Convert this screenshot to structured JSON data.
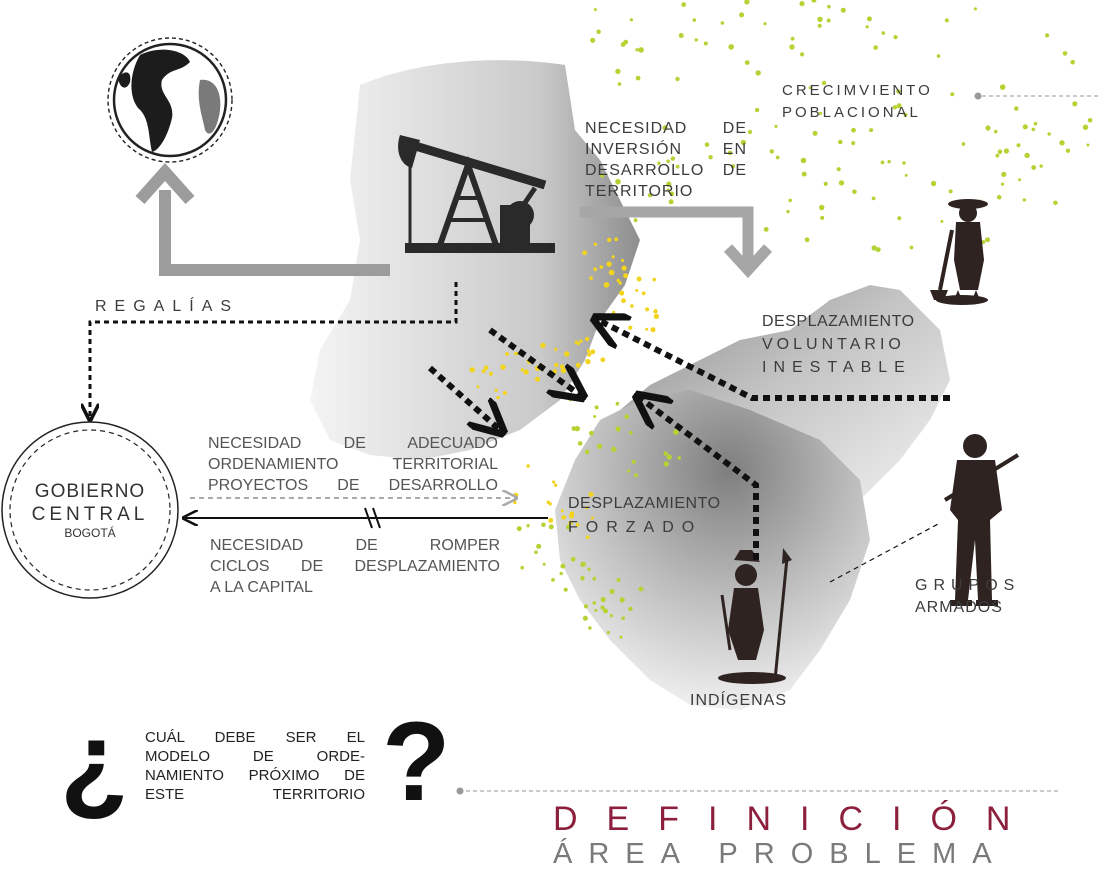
{
  "labels": {
    "crecimiento": [
      "CRECIMVIENTO",
      "POBLACIONAL"
    ],
    "necesidad_inversion": [
      "NECESIDAD DE",
      "INVERSIÓN EN",
      "DESARROLLO DE",
      "TERRITORIO"
    ],
    "regalias": "REGALÍAS",
    "desplazamiento_voluntario": [
      "DESPLAZAMIENTO",
      "VOLUNTARIO",
      "INESTABLE"
    ],
    "necesidad_adecuado": [
      "NECESIDAD DE ADECUADO",
      "ORDENAMIENTO TERRITORIAL",
      "PROYECTOS DE DESARROLLO"
    ],
    "desplazamiento_forzado": [
      "DESPLAZAMIENTO",
      "FORZADO"
    ],
    "gobierno": [
      "GOBIERNO",
      "CENTRAL",
      "BOGOTÁ"
    ],
    "necesidad_romper": [
      "NECESIDAD DE ROMPER",
      "CICLOS DE DESPLAZAMIENTO",
      "A LA CAPITAL"
    ],
    "grupos_armados": [
      "GRUPOS",
      "ARMADOS"
    ],
    "indigenas": "INDÍGENAS",
    "pregunta": [
      "CUÁL DEBE SER EL",
      "MODELO DE ORDE-",
      "NAMIENTO PRÓXIMO DE",
      "ESTE TERRITORIO"
    ],
    "question_open": "¿",
    "question_close": "?",
    "definicion": "DEFINICIÓN",
    "area_problema": "ÁREA PROBLEMA"
  },
  "icons": [
    "globe-icon",
    "oil-pump-icon",
    "farmer-silhouette-icon",
    "soldier-silhouette-icon",
    "indigenous-silhouette-icon"
  ],
  "colors": {
    "gray_arrow": "#9c9c9c",
    "dots_green": "#b5d334",
    "dots_yellow": "#f2d41c",
    "silhouette": "#2e2320",
    "definicion": "#8c1f3c",
    "area_problema": "#7a7a7a",
    "text": "#3c3c3c"
  }
}
